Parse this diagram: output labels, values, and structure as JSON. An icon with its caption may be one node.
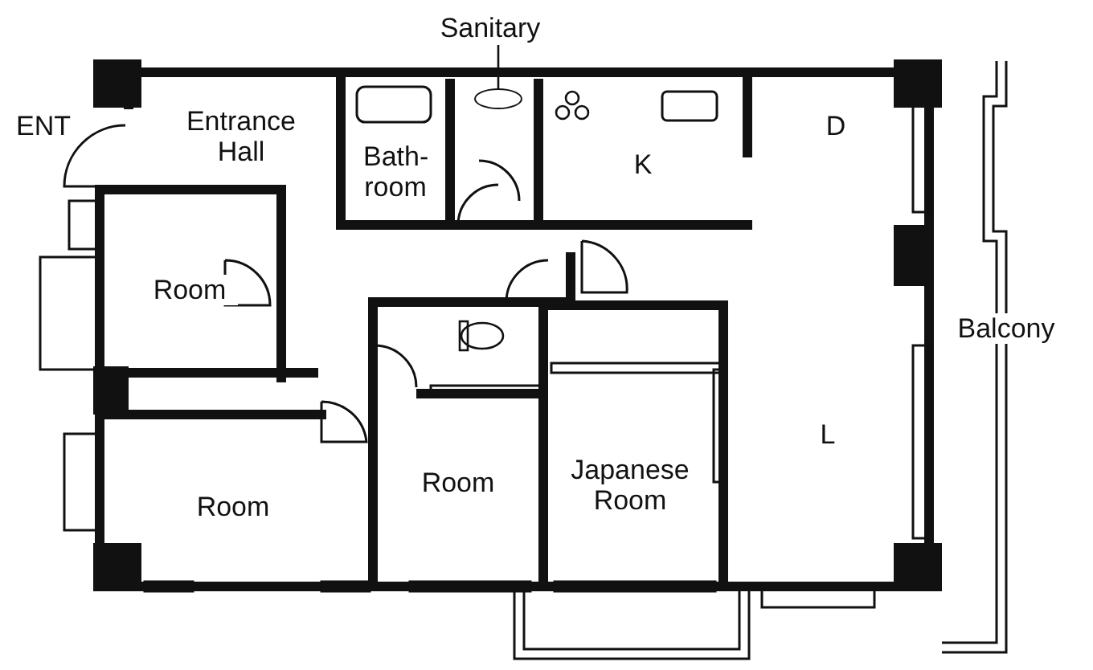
{
  "diagram": {
    "nodes": [
      {
        "text": [
          "Sanitary"
        ]
      },
      {
        "text": [
          "ENT"
        ]
      },
      {
        "text": [
          "Entrance Hall"
        ]
      },
      {
        "text": [
          "Bath-room"
        ]
      },
      {
        "text": [],
        "shape": "circle"
      },
      {
        "text": [
          "K"
        ]
      },
      {
        "text": [
          "D"
        ]
      },
      {
        "text": [
          "Room"
        ]
      },
      {
        "text": [
          "Balcony"
        ]
      },
      {
        "text": [
          "L"
        ]
      },
      {
        "text": [
          "Room"
        ]
      },
      {
        "text": [
          "Room"
        ]
      },
      {
        "text": [
          "Japanese Room"
        ]
      }
    ],
    "edges": [
      {
        "from": 0,
        "to": 4,
        "arrow": "none"
      }
    ]
  }
}
